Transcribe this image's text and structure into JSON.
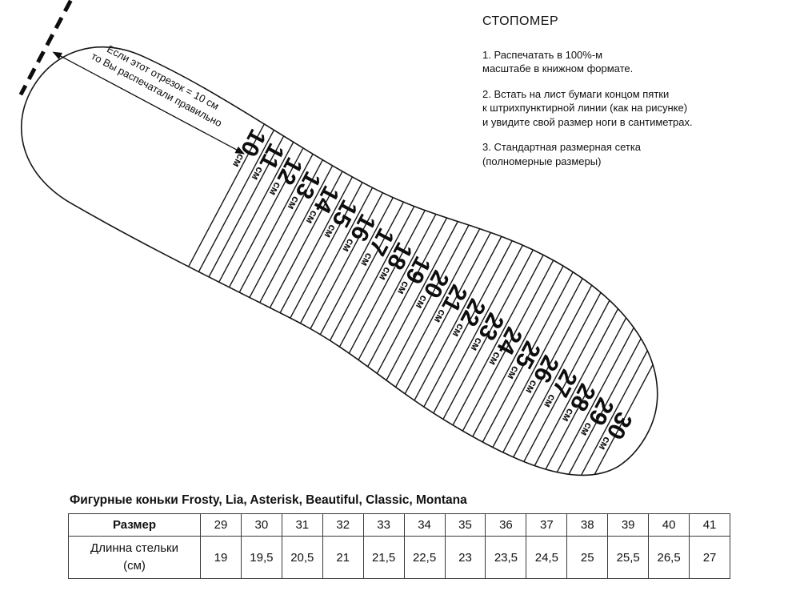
{
  "instructions": {
    "title": "СТОПОМЕР",
    "steps": [
      "1. Распечатать в 100%-м\nмасштабе в книжном формате.",
      "2. Встать на лист бумаги концом пятки\nк штрихпунктирной линии (как на рисунке)\nи увидите свой размер ноги в сантиметрах.",
      "3. Стандартная размерная сетка\n(полномерные размеры)"
    ]
  },
  "calibration_note": {
    "line1": "Если этот отрезок = 10 см",
    "line2": "то Вы распечатали правильно"
  },
  "ruler": {
    "unit": "см",
    "min_cm": 10,
    "max_cm": 30,
    "step_cm": 0.5,
    "tick_labels": [
      "10",
      "11",
      "12",
      "13",
      "14",
      "15",
      "16",
      "17",
      "18",
      "19",
      "20",
      "21",
      "22",
      "23",
      "24",
      "25",
      "26",
      "27",
      "28",
      "29",
      "30"
    ]
  },
  "size_table": {
    "title": "Фигурные коньки Frosty, Lia, Asterisk, Beautiful, Classic, Montana",
    "row1_label": "Размер",
    "row2_label_line1": "Длинна стельки",
    "row2_label_line2": "(см)",
    "sizes": [
      "29",
      "30",
      "31",
      "32",
      "33",
      "34",
      "35",
      "36",
      "37",
      "38",
      "39",
      "40",
      "41"
    ],
    "insole_lengths_cm": [
      "19",
      "19,5",
      "20,5",
      "21",
      "21,5",
      "22,5",
      "23",
      "23,5",
      "24,5",
      "25",
      "25,5",
      "26,5",
      "27"
    ]
  }
}
